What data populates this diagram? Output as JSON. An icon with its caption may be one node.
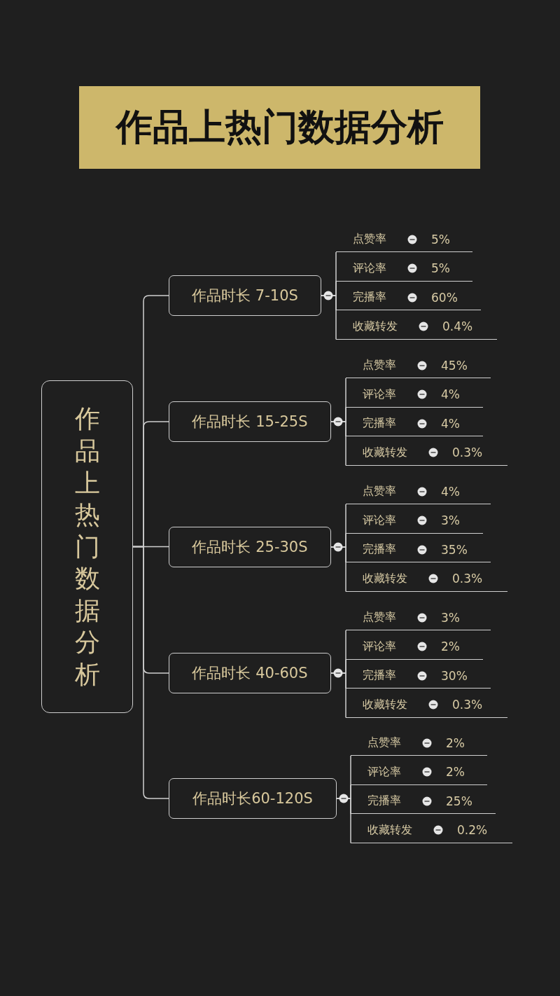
{
  "diagram": {
    "title": "作品上热门数据分析",
    "nodes": [
      {
        "text": [
          "作品上热门数据分析"
        ]
      },
      {
        "text": [
          "作品时长 7-10S"
        ]
      },
      {
        "text": [
          "点赞率",
          "5%"
        ]
      },
      {
        "text": [
          "评论率",
          "5%"
        ]
      },
      {
        "text": [
          "完播率",
          "60%"
        ]
      },
      {
        "text": [
          "收藏转发",
          "0.4%"
        ]
      },
      {
        "text": [
          "作品时长 15-25S"
        ]
      },
      {
        "text": [
          "点赞率",
          "45%"
        ]
      },
      {
        "text": [
          "评论率",
          "4%"
        ]
      },
      {
        "text": [
          "完播率",
          "4%"
        ]
      },
      {
        "text": [
          "收藏转发",
          "0.3%"
        ]
      },
      {
        "text": [
          "作品时长 25-30S"
        ]
      },
      {
        "text": [
          "点赞率",
          "4%"
        ]
      },
      {
        "text": [
          "评论率",
          "3%"
        ]
      },
      {
        "text": [
          "完播率",
          "35%"
        ]
      },
      {
        "text": [
          "收藏转发",
          "0.3%"
        ]
      },
      {
        "text": [
          "作品时长 40-60S"
        ]
      },
      {
        "text": [
          "点赞率",
          "3%"
        ]
      },
      {
        "text": [
          "评论率",
          "2%"
        ]
      },
      {
        "text": [
          "完播率",
          "30%"
        ]
      },
      {
        "text": [
          "收藏转发",
          "0.3%"
        ]
      },
      {
        "text": [
          "作品时长60-120S"
        ]
      },
      {
        "text": [
          "点赞率",
          "2%"
        ]
      },
      {
        "text": [
          "评论率",
          "2%"
        ]
      },
      {
        "text": [
          "完播率",
          "25%"
        ]
      },
      {
        "text": [
          "收藏转发",
          "0.2%"
        ]
      }
    ],
    "edges": [
      {
        "from": 0,
        "to": 1,
        "arrow": "none"
      },
      {
        "from": 0,
        "to": 6,
        "arrow": "none"
      },
      {
        "from": 0,
        "to": 11,
        "arrow": "none"
      },
      {
        "from": 0,
        "to": 16,
        "arrow": "none"
      },
      {
        "from": 0,
        "to": 21,
        "arrow": "none"
      },
      {
        "from": 1,
        "to": 2,
        "arrow": "none"
      },
      {
        "from": 1,
        "to": 3,
        "arrow": "none"
      },
      {
        "from": 1,
        "to": 4,
        "arrow": "none"
      },
      {
        "from": 1,
        "to": 5,
        "arrow": "none"
      },
      {
        "from": 6,
        "to": 7,
        "arrow": "none"
      },
      {
        "from": 6,
        "to": 8,
        "arrow": "none"
      },
      {
        "from": 6,
        "to": 9,
        "arrow": "none"
      },
      {
        "from": 6,
        "to": 10,
        "arrow": "none"
      },
      {
        "from": 11,
        "to": 12,
        "arrow": "none"
      },
      {
        "from": 11,
        "to": 13,
        "arrow": "none"
      },
      {
        "from": 11,
        "to": 14,
        "arrow": "none"
      },
      {
        "from": 11,
        "to": 15,
        "arrow": "none"
      },
      {
        "from": 16,
        "to": 17,
        "arrow": "none"
      },
      {
        "from": 16,
        "to": 18,
        "arrow": "none"
      },
      {
        "from": 16,
        "to": 19,
        "arrow": "none"
      },
      {
        "from": 16,
        "to": 20,
        "arrow": "none"
      },
      {
        "from": 21,
        "to": 22,
        "arrow": "none"
      },
      {
        "from": 21,
        "to": 23,
        "arrow": "none"
      },
      {
        "from": 21,
        "to": 24,
        "arrow": "none"
      },
      {
        "from": 21,
        "to": 25,
        "arrow": "none"
      }
    ]
  }
}
